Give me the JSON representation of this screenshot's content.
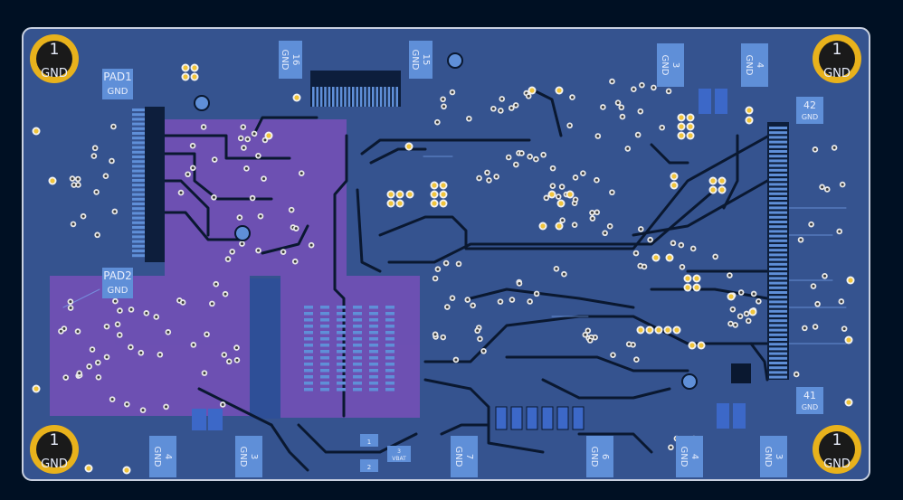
{
  "board": {
    "colors": {
      "background": "#001023",
      "board_fill": "#35538f",
      "board_outline": "#c8d0e0",
      "copper_back": "#4a6fc4",
      "pad_smd": "#5f8fd8",
      "pad_tht": "#f0c43a",
      "hole": "#101010",
      "via": "#d9b84a",
      "zone_purple": "#9a4fd0",
      "trace_dark": "#0a1830",
      "trace_light": "#7aa6f0",
      "mounting_ring": "#e8b21c"
    }
  },
  "mounting_holes": [
    {
      "number": "1",
      "net": "GND"
    },
    {
      "number": "1",
      "net": "GND"
    },
    {
      "number": "1",
      "net": "GND"
    },
    {
      "number": "1",
      "net": "GND"
    }
  ],
  "test_pads": [
    {
      "name": "PAD1",
      "net": "GND"
    },
    {
      "name": "PAD2",
      "net": "GND"
    }
  ],
  "smd_pads": [
    {
      "number": "16",
      "net": "GND"
    },
    {
      "number": "15",
      "net": "GND"
    },
    {
      "number": "3",
      "net": "GND"
    },
    {
      "number": "4",
      "net": "GND"
    },
    {
      "number": "42",
      "net": "GND"
    },
    {
      "number": "41",
      "net": "GND"
    },
    {
      "number": "4",
      "net": "GND"
    },
    {
      "number": "3",
      "net": "GND"
    },
    {
      "number": "7",
      "net": "GND"
    },
    {
      "number": "6",
      "net": "GND"
    },
    {
      "number": "4",
      "net": "GND"
    },
    {
      "number": "3",
      "net": "GND"
    }
  ],
  "small_labels": [
    {
      "number": "3",
      "net": "VBAT"
    },
    {
      "number": "1",
      "net": ""
    },
    {
      "number": "2",
      "net": ""
    }
  ]
}
